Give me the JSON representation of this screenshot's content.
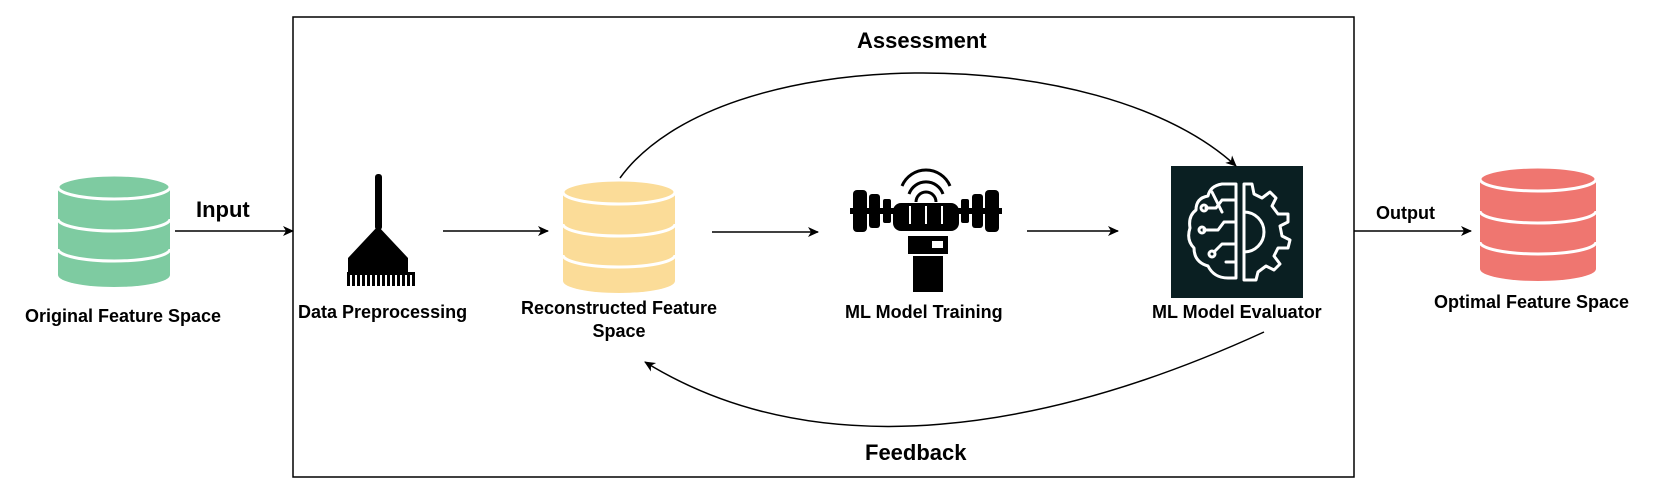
{
  "diagram": {
    "frame_title": "Assessment",
    "feedback_label": "Feedback",
    "input_label": "Input",
    "output_label": "Output",
    "nodes": {
      "original": {
        "label": "Original Feature Space",
        "color": "#7ecba1"
      },
      "preprocessing": {
        "label": "Data Preprocessing"
      },
      "reconstructed": {
        "label_line1": "Reconstructed Feature",
        "label_line2": "Space",
        "color": "#fbdc98"
      },
      "training": {
        "label": "ML Model Training"
      },
      "evaluator": {
        "label": "ML Model Evaluator",
        "bg_color": "#0a1f22"
      },
      "optimal": {
        "label": "Optimal Feature Space",
        "color": "#ef7670"
      }
    },
    "icons": [
      "database-icon",
      "broom-icon",
      "database-icon",
      "dumbbell-icon",
      "ai-brain-gear-icon",
      "database-icon"
    ]
  }
}
